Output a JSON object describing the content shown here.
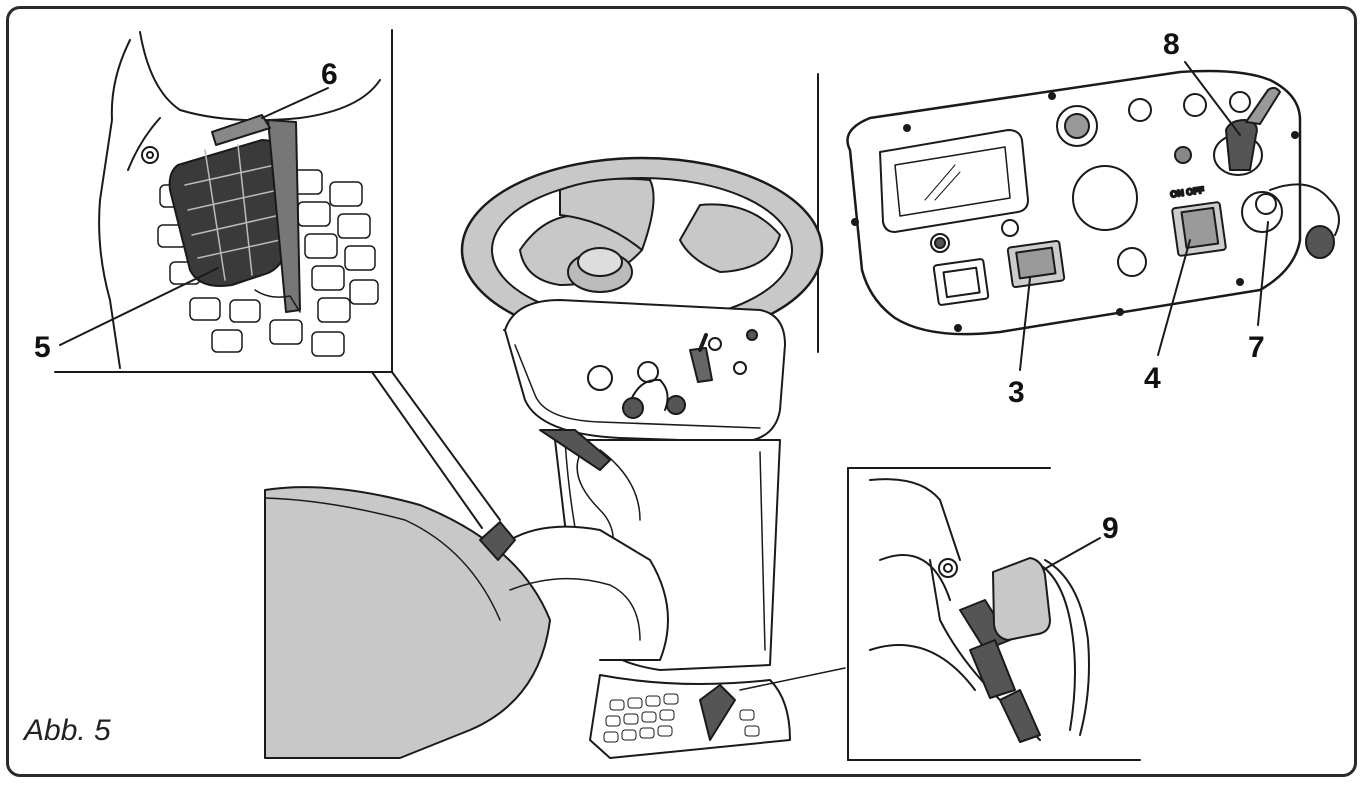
{
  "figure": {
    "caption": "Abb. 5",
    "callouts": {
      "c3": "3",
      "c4": "4",
      "c5": "5",
      "c6": "6",
      "c7": "7",
      "c8": "8",
      "c9": "9"
    },
    "panel_switch_label": "ON OFF"
  },
  "colors": {
    "line": "#1a1a1a",
    "fill_gray": "#c8c8c8",
    "fill_dark": "#555555",
    "frame": "#2a2a2a"
  }
}
